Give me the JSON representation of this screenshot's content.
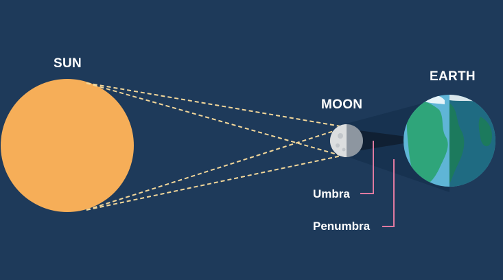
{
  "labels": {
    "sun": "SUN",
    "moon": "MOON",
    "earth": "EARTH",
    "umbra": "Umbra",
    "penumbra": "Penumbra"
  },
  "colors": {
    "background": "#1e3a5a",
    "sun": "#f6ae58",
    "moon_light": "#dcdedf",
    "moon_dark": "#8d96a0",
    "earth_ocean_light": "#5fb5d6",
    "earth_ocean_dark": "#1f6b82",
    "earth_land_light": "#2fa57a",
    "earth_land_dark": "#1c7a5d",
    "sun_rays": "#f3d79a",
    "callout_lines": "#e07aa0",
    "shadow_cone": "#15283f",
    "umbra_core": "#0f1e30"
  },
  "icons": [
    "sun-icon",
    "moon-icon",
    "earth-icon"
  ]
}
